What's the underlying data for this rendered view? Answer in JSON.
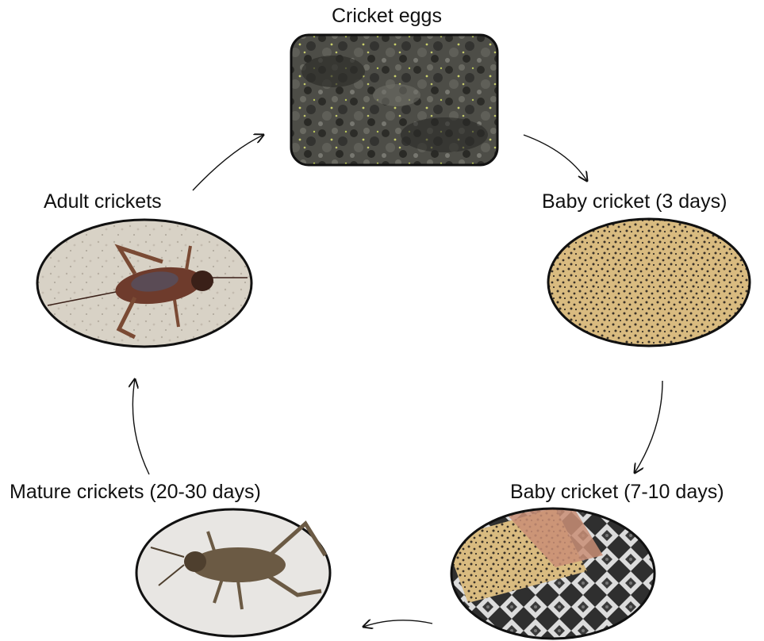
{
  "diagram": {
    "stages": [
      {
        "id": "eggs",
        "label": "Cricket eggs"
      },
      {
        "id": "baby3",
        "label": "Baby cricket (3 days)"
      },
      {
        "id": "baby710",
        "label": "Baby cricket (7-10 days)"
      },
      {
        "id": "mature",
        "label": "Mature crickets (20-30 days)"
      },
      {
        "id": "adult",
        "label": "Adult crickets"
      }
    ],
    "colors": {
      "outline": "#111111",
      "soil": "#4a4a44",
      "tray": "#d8b77a",
      "dots": "#3a3228",
      "cricket_brown": "#6e3b2c",
      "cricket_light": "#8a6a4a"
    }
  }
}
